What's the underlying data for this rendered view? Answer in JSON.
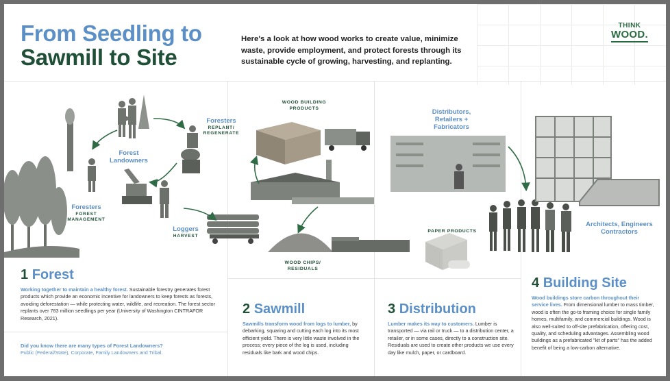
{
  "header": {
    "title_line1": "From Seedling to",
    "title_line2": "Sawmill to Site",
    "intro": "Here's a look at how wood works to create value, minimize waste, provide employment, and protect forests through its sustainable cycle of growing, harvesting, and replanting.",
    "logo_line1": "THINK",
    "logo_line2": "WOOD."
  },
  "illustration_labels": {
    "forest_landowners": "Forest Landowners",
    "foresters_replant": "Foresters",
    "foresters_replant_sub": "REPLANT/ REGENERATE",
    "foresters_management": "Foresters",
    "foresters_management_sub": "FOREST MANAGEMENT",
    "loggers": "Loggers",
    "loggers_sub": "HARVEST",
    "wood_building_products": "WOOD BUILDING PRODUCTS",
    "wood_chips": "WOOD CHIPS/ RESIDUALS",
    "distributors": "Distributors, Retailers + Fabricators",
    "paper_products": "PAPER PRODUCTS",
    "architects": "Architects, Engineers Contractors"
  },
  "sections": {
    "forest": {
      "number": "1",
      "title": "Forest",
      "lead": "Working together to maintain a healthy forest.",
      "body": " Sustainable forestry generates forest products which provide an economic incentive for landowners to keep forests as forests, avoiding deforestation — while protecting water, wildlife, and recreation. The forest sector replants over 783 million seedlings per year (University of Washington CINTRAFOR Research, 2021).",
      "question": "Did you know there are many types of Forest Landowners?",
      "answer": "Public (Federal/State), Corporate, Family Landowners and Tribal."
    },
    "sawmill": {
      "number": "2",
      "title": "Sawmill",
      "lead": "Sawmills transform wood from logs to lumber,",
      "body": " by debarking, squaring and cutting each log into its most efficient yield. There is very little waste involved in the process; every piece of the log is used, including residuals like bark and wood chips."
    },
    "distribution": {
      "number": "3",
      "title": "Distribution",
      "lead": "Lumber makes its way to customers.",
      "body": " Lumber is transported — via rail or truck — to a distribution center, a retailer, or in some cases, directly to a construction site. Residuals are used to create other products we use every day like mulch, paper, or cardboard."
    },
    "building": {
      "number": "4",
      "title": "Building Site",
      "lead": "Wood buildings store carbon throughout their service lives.",
      "body": " From dimensional lumber to mass timber, wood is often the go-to framing choice for single family homes, multifamily, and commercial buildings. Wood is also well-suited to off-site prefabrication, offering cost, quality, and scheduling advantages. Assembling wood buildings as a prefabricated \"kit of parts\" has the added benefit of being a low-carbon alternative."
    }
  },
  "colors": {
    "blue": "#5b8fc6",
    "green": "#1f4f36",
    "logo_green": "#2a6a40"
  }
}
